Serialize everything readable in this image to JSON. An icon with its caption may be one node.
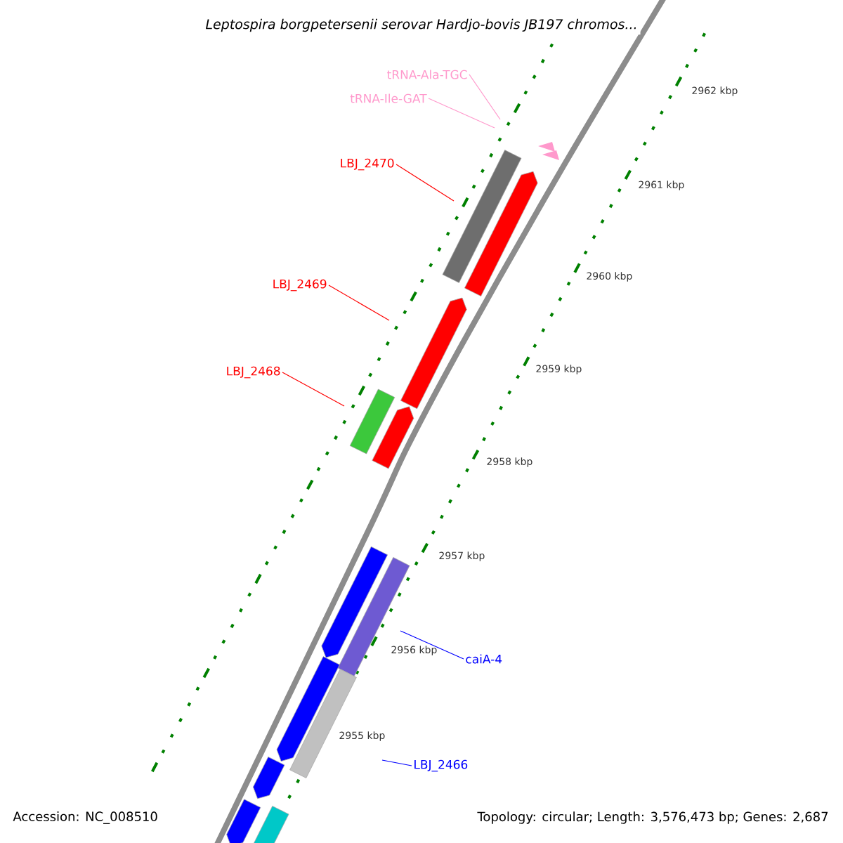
{
  "diagram": {
    "title": "Leptospira borgpetersenii serovar Hardjo-bovis JB197 chromos...",
    "nodes": [
      {
        "text": [
          "tRNA-Ala-TGC"
        ]
      },
      {
        "text": [
          "tRNA-Ile-GAT"
        ]
      },
      {
        "text": [
          "LBJ_2470"
        ]
      },
      {
        "text": [
          "LBJ_2469"
        ]
      },
      {
        "text": [
          "LBJ_2468"
        ]
      },
      {
        "text": [
          "caiA-4"
        ]
      },
      {
        "text": [
          "LBJ_2466"
        ]
      }
    ],
    "edges": [
      {
        "from": 0,
        "to": null,
        "arrow": "none",
        "color": "#ff99cc"
      },
      {
        "from": 1,
        "to": null,
        "arrow": "none",
        "color": "#ff99cc"
      },
      {
        "from": 2,
        "to": null,
        "arrow": "none"
      },
      {
        "from": 3,
        "to": null,
        "arrow": "none"
      },
      {
        "from": 4,
        "to": null,
        "arrow": "none"
      },
      {
        "from": 5,
        "to": null,
        "arrow": "none",
        "color": "#0000ff"
      },
      {
        "from": 6,
        "to": null,
        "arrow": "none",
        "color": "#0000ff"
      }
    ],
    "labels": [
      "2962 kbp",
      "2961 kbp",
      "2960 kbp",
      "2959 kbp",
      "2958 kbp",
      "2957 kbp",
      "2956 kbp",
      "2955 kbp",
      "Accession: NC_008510",
      "Topology: circular; Length: 3,576,473 bp; Genes: 2,687"
    ]
  }
}
